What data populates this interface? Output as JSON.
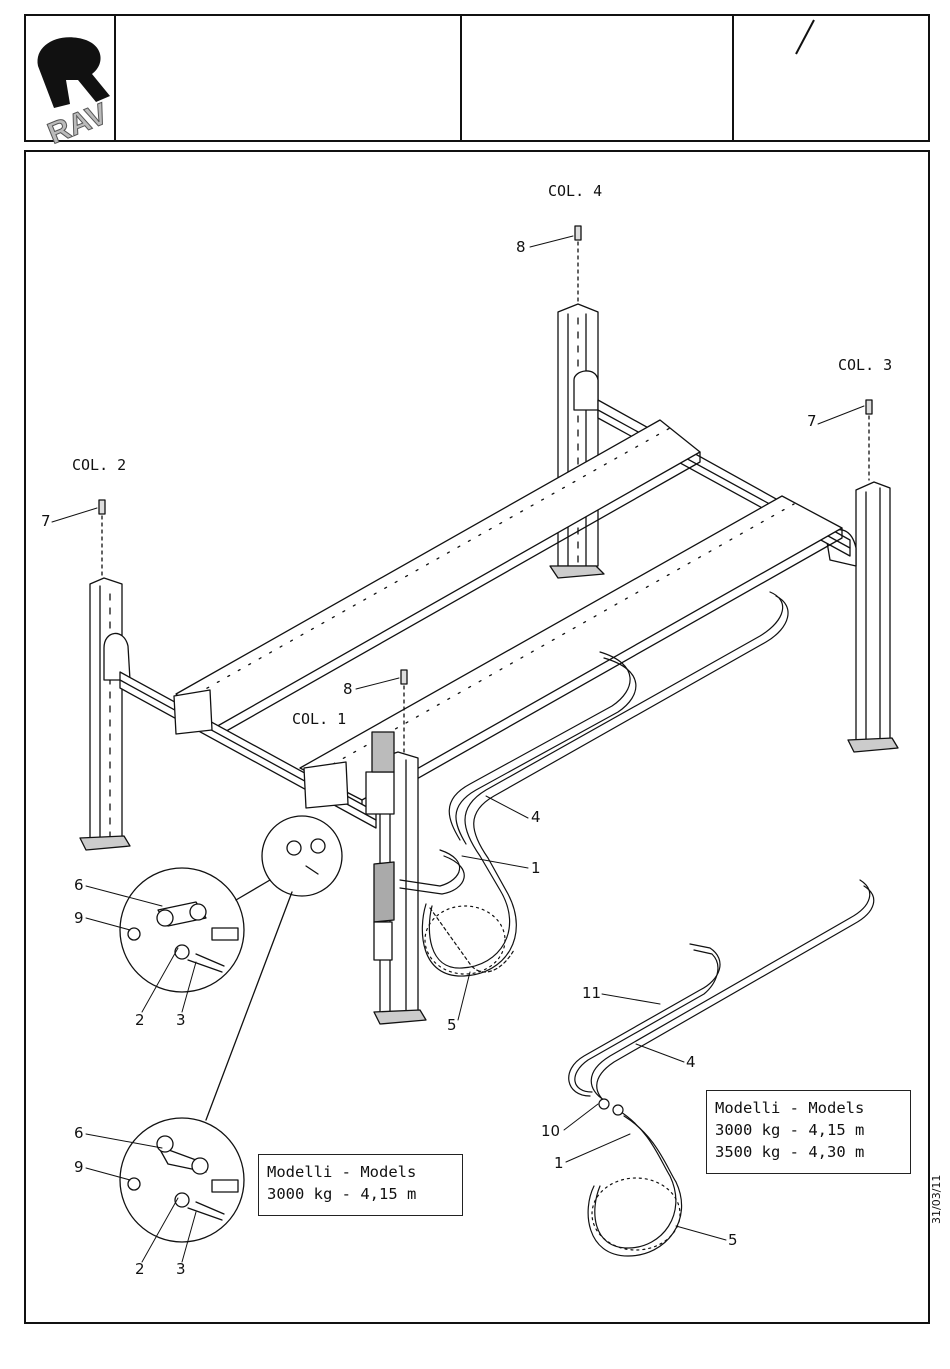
{
  "title_block": {
    "logo_text": "RAV",
    "page_mark": "/"
  },
  "columns": {
    "col1": "COL. 1",
    "col2": "COL. 2",
    "col3": "COL. 3",
    "col4": "COL. 4"
  },
  "callouts": {
    "c1a": "1",
    "c1b": "1",
    "c2a": "2",
    "c2b": "2",
    "c3a": "3",
    "c3b": "3",
    "c4a": "4",
    "c4b": "4",
    "c5a": "5",
    "c5b": "5",
    "c6a": "6",
    "c6b": "6",
    "c7a": "7",
    "c7b": "7",
    "c8a": "8",
    "c8b": "8",
    "c9a": "9",
    "c9b": "9",
    "c10": "10",
    "c11": "11"
  },
  "models_box_1": {
    "heading": "Modelli - Models",
    "line1": "3000 kg - 4,15 m"
  },
  "models_box_2": {
    "heading": "Modelli - Models",
    "line1": "3000 kg - 4,15 m",
    "line2": "3500 kg - 4,30 m"
  },
  "date_stamp": "31/03/11"
}
